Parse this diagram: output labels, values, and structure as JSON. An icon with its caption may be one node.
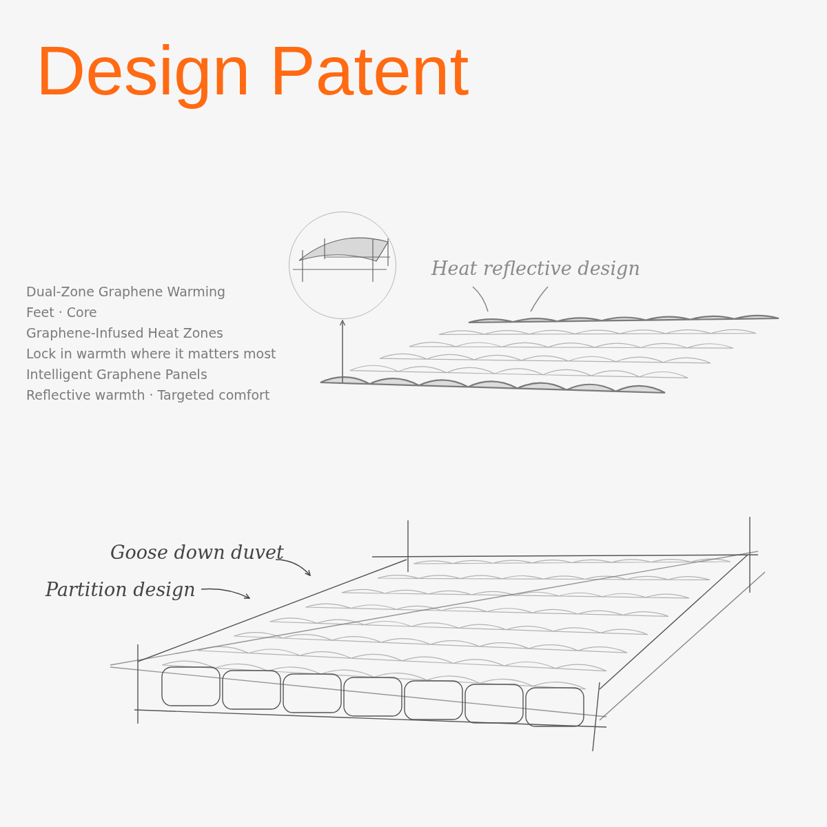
{
  "diagram": {
    "title": "Design Patent",
    "nodes": [
      {
        "text": [],
        "shape": "circle"
      },
      {
        "text": [
          "Heat reflective design"
        ]
      },
      {
        "text": [],
        "shape": "picture"
      },
      {
        "text": [
          "Goose down duvet"
        ]
      },
      {
        "text": [
          "Partition design"
        ]
      }
    ],
    "edges": [
      {
        "from": 1,
        "to": 2,
        "arrow": "none"
      },
      {
        "from": 1,
        "to": 2,
        "arrow": "none"
      },
      {
        "from": 3,
        "to": null,
        "arrow": "to"
      },
      {
        "from": 4,
        "to": null,
        "arrow": "to"
      },
      {
        "from": 2,
        "to": 0,
        "arrow": "to"
      }
    ],
    "labels": [
      "Dual-Zone Graphene Warming",
      "Feet · Core",
      "Graphene-Infused Heat Zones",
      "Lock in warmth where it matters most",
      "Intelligent Graphene Panels",
      "Reflective warmth · Targeted comfort"
    ]
  }
}
